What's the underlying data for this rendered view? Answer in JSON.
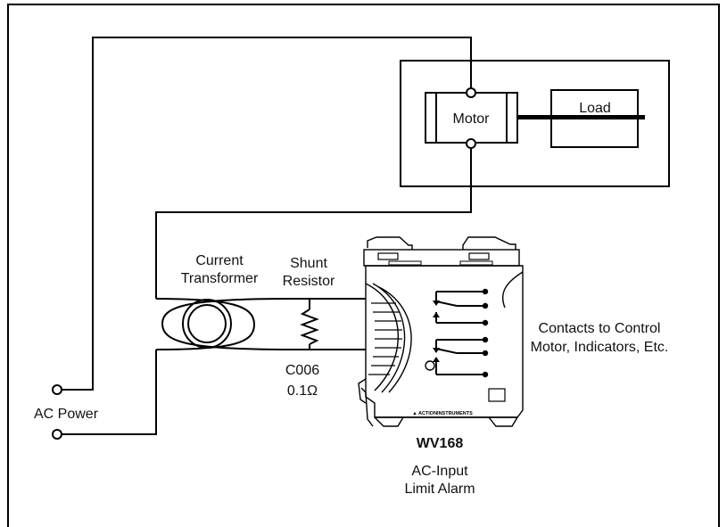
{
  "motor_label": "Motor",
  "load_label": "Load",
  "current_transformer": {
    "line1": "Current",
    "line2": "Transformer"
  },
  "shunt_resistor": {
    "line1": "Shunt",
    "line2": "Resistor"
  },
  "resistor_spec": {
    "model": "C006",
    "value": "0.1Ω"
  },
  "ac_power_label": "AC Power",
  "contacts": {
    "line1": "Contacts to Control",
    "line2": "Motor, Indicators, Etc."
  },
  "module": {
    "model": "WV168",
    "desc_line1": "AC-Input",
    "desc_line2": "Limit Alarm",
    "brand": "ACTIONINSTRUMENTS"
  }
}
